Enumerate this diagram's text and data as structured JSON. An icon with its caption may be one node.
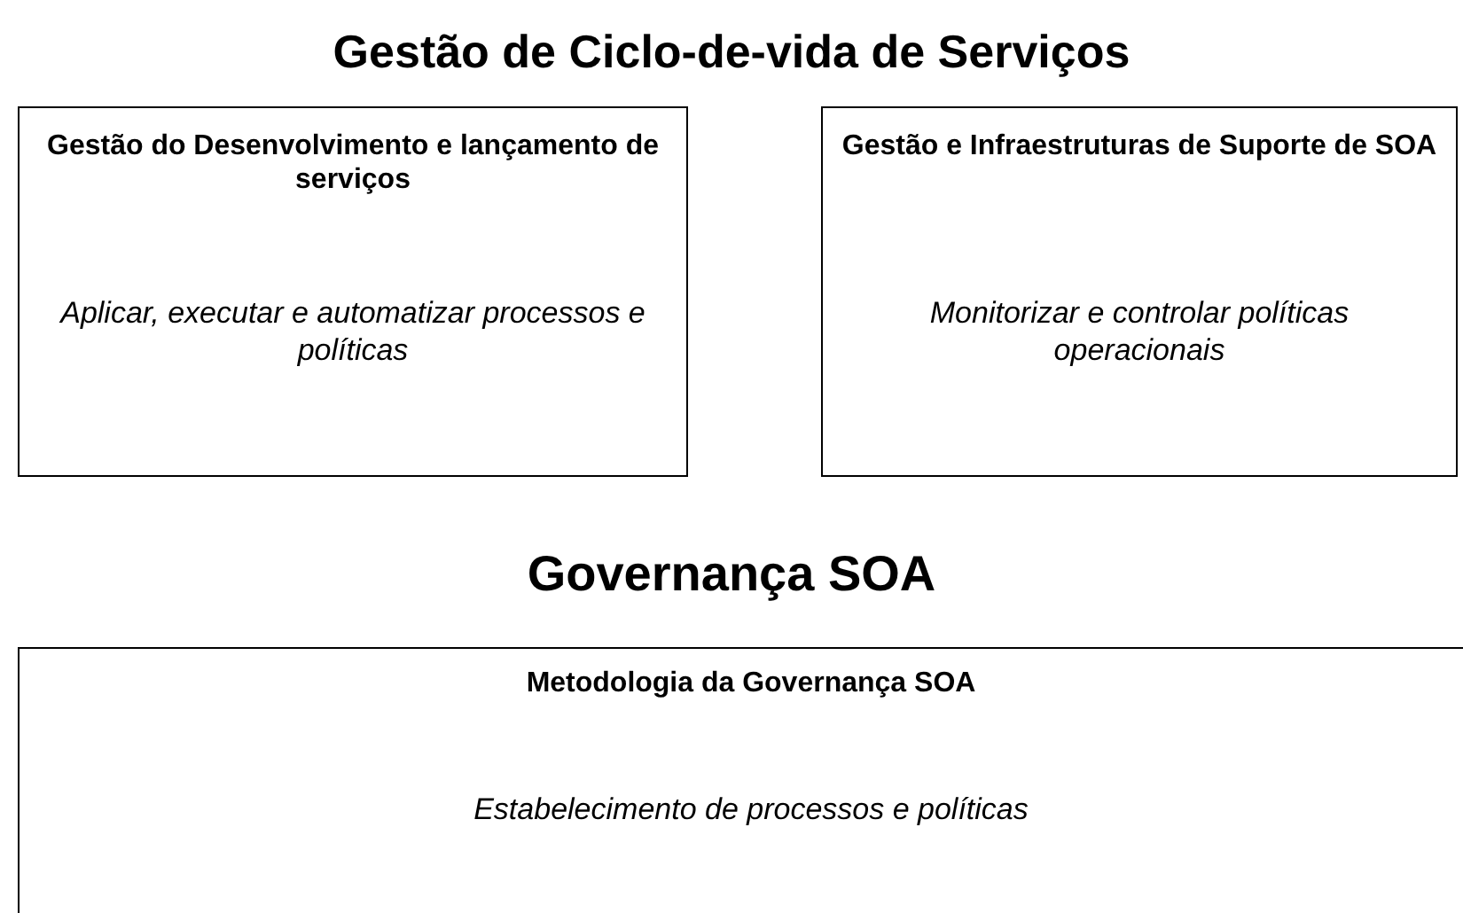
{
  "diagram": {
    "title": "Gestão de Ciclo-de-vida de Serviços",
    "nodes": [
      {
        "text": [
          "Gestão do Desenvolvimento e lançamento de serviços",
          "Aplicar, executar e automatizar processos e políticas"
        ]
      },
      {
        "text": [
          "Gestão e Infraestruturas de Suporte de SOA",
          "Monitorizar e controlar políticas operacionais"
        ]
      },
      {
        "text": [
          "Metodologia da Governança SOA",
          "Estabelecimento de processos e políticas"
        ]
      }
    ],
    "labels": [
      "Governança SOA"
    ]
  }
}
